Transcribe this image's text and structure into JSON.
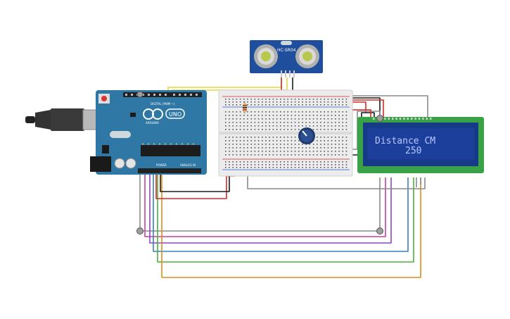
{
  "sensor": {
    "label": "HC-SR04"
  },
  "arduino": {
    "brand": "ARDUINO",
    "model": "UNO",
    "digital_label": "DIGITAL (PWM ~)",
    "power_label": "POWER",
    "analog_label": "ANALOG IN"
  },
  "lcd": {
    "line1": "Distance CM",
    "line2": "250"
  },
  "colors": {
    "arduino_board": "#2f77a5",
    "lcd_frame": "#3aa246",
    "lcd_screen": "#1c3f9b",
    "lcd_text": "#b8c8ff",
    "sensor_board": "#1f4f9c",
    "breadboard": "#ececec",
    "wire_red": "#d42a26",
    "wire_black": "#1a1a1a",
    "wire_gray": "#8a8a8a",
    "wire_yellow": "#e8d63a",
    "wire_orange": "#e08a1e",
    "wire_green": "#4caf3c",
    "wire_magenta": "#c93fa0",
    "wire_purple": "#8a47c2",
    "wire_blue": "#3a7fb5"
  },
  "icons": [
    "usb-cable-icon",
    "potentiometer-icon",
    "resistor-icon",
    "ultrasonic-sensor-icon"
  ]
}
